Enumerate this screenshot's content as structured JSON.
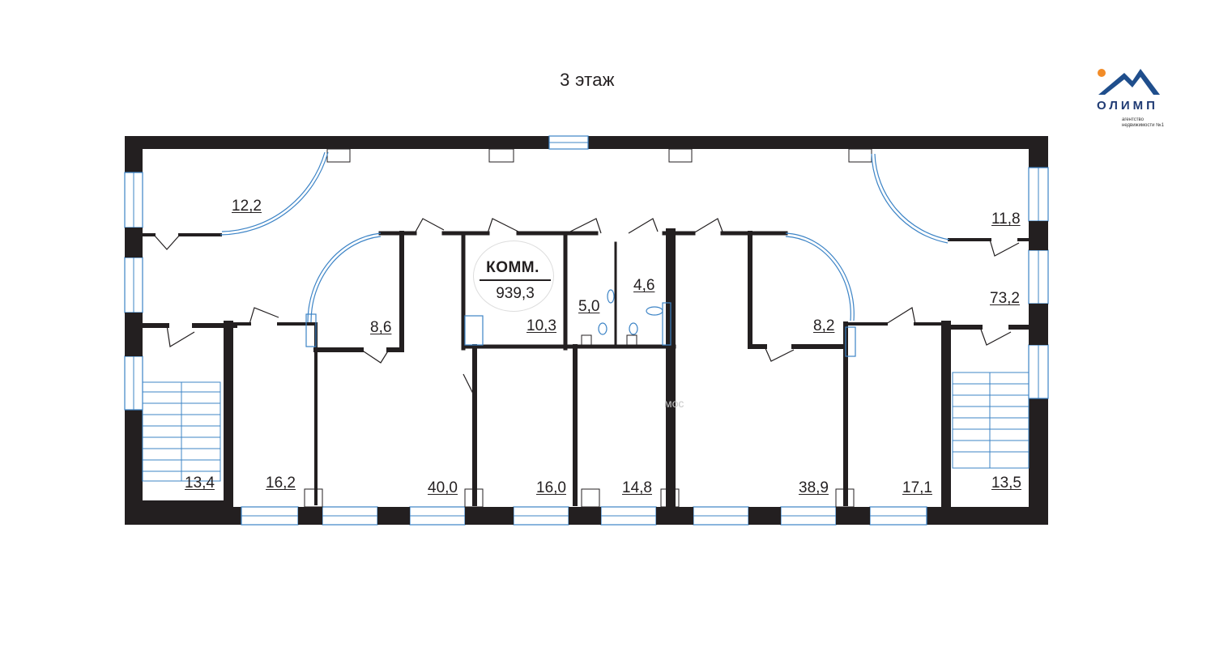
{
  "floor_title": "3 этаж",
  "logo": {
    "name": "ОЛИМП",
    "subtitle": "агентство недвижимости №1",
    "colors": {
      "mountain": "#1f4e8c",
      "sun": "#f28c28",
      "text": "#1f3a73"
    }
  },
  "badge": {
    "kind": "КОММ.",
    "value": "939,3"
  },
  "rooms": [
    {
      "id": "r122",
      "area": "12,2"
    },
    {
      "id": "r118",
      "area": "11,8"
    },
    {
      "id": "r103",
      "area": "10,3"
    },
    {
      "id": "r50",
      "area": "5,0"
    },
    {
      "id": "r46",
      "area": "4,6"
    },
    {
      "id": "r86",
      "area": "8,6"
    },
    {
      "id": "r82",
      "area": "8,2"
    },
    {
      "id": "r732",
      "area": "73,2"
    },
    {
      "id": "r134",
      "area": "13,4"
    },
    {
      "id": "r162",
      "area": "16,2"
    },
    {
      "id": "r400",
      "area": "40,0"
    },
    {
      "id": "r160",
      "area": "16,0"
    },
    {
      "id": "r148",
      "area": "14,8"
    },
    {
      "id": "r389",
      "area": "38,9"
    },
    {
      "id": "r171",
      "area": "17,1"
    },
    {
      "id": "r135",
      "area": "13,5"
    }
  ],
  "watermark_text": "мос",
  "colors": {
    "wall": "#231f20",
    "window": "#3d84c6",
    "door": "#231f20"
  }
}
